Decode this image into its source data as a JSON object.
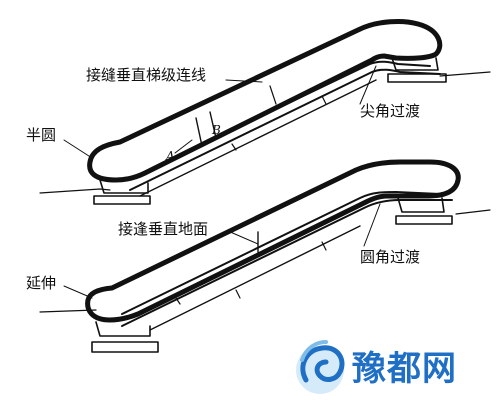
{
  "labels": {
    "top_joint": "接缝垂直梯级连线",
    "half_round": "半圆",
    "sharp_transition": "尖角过渡",
    "mark_a": "A",
    "mark_b": "B",
    "bottom_joint": "接逢垂直地面",
    "extension": "延伸",
    "round_transition": "圆角过渡"
  },
  "watermark": {
    "text": "豫都网",
    "colors": {
      "primary": "#1f6fc5",
      "secondary": "#7fbde8"
    }
  },
  "colors": {
    "ink": "#111111",
    "background": "#ffffff"
  }
}
